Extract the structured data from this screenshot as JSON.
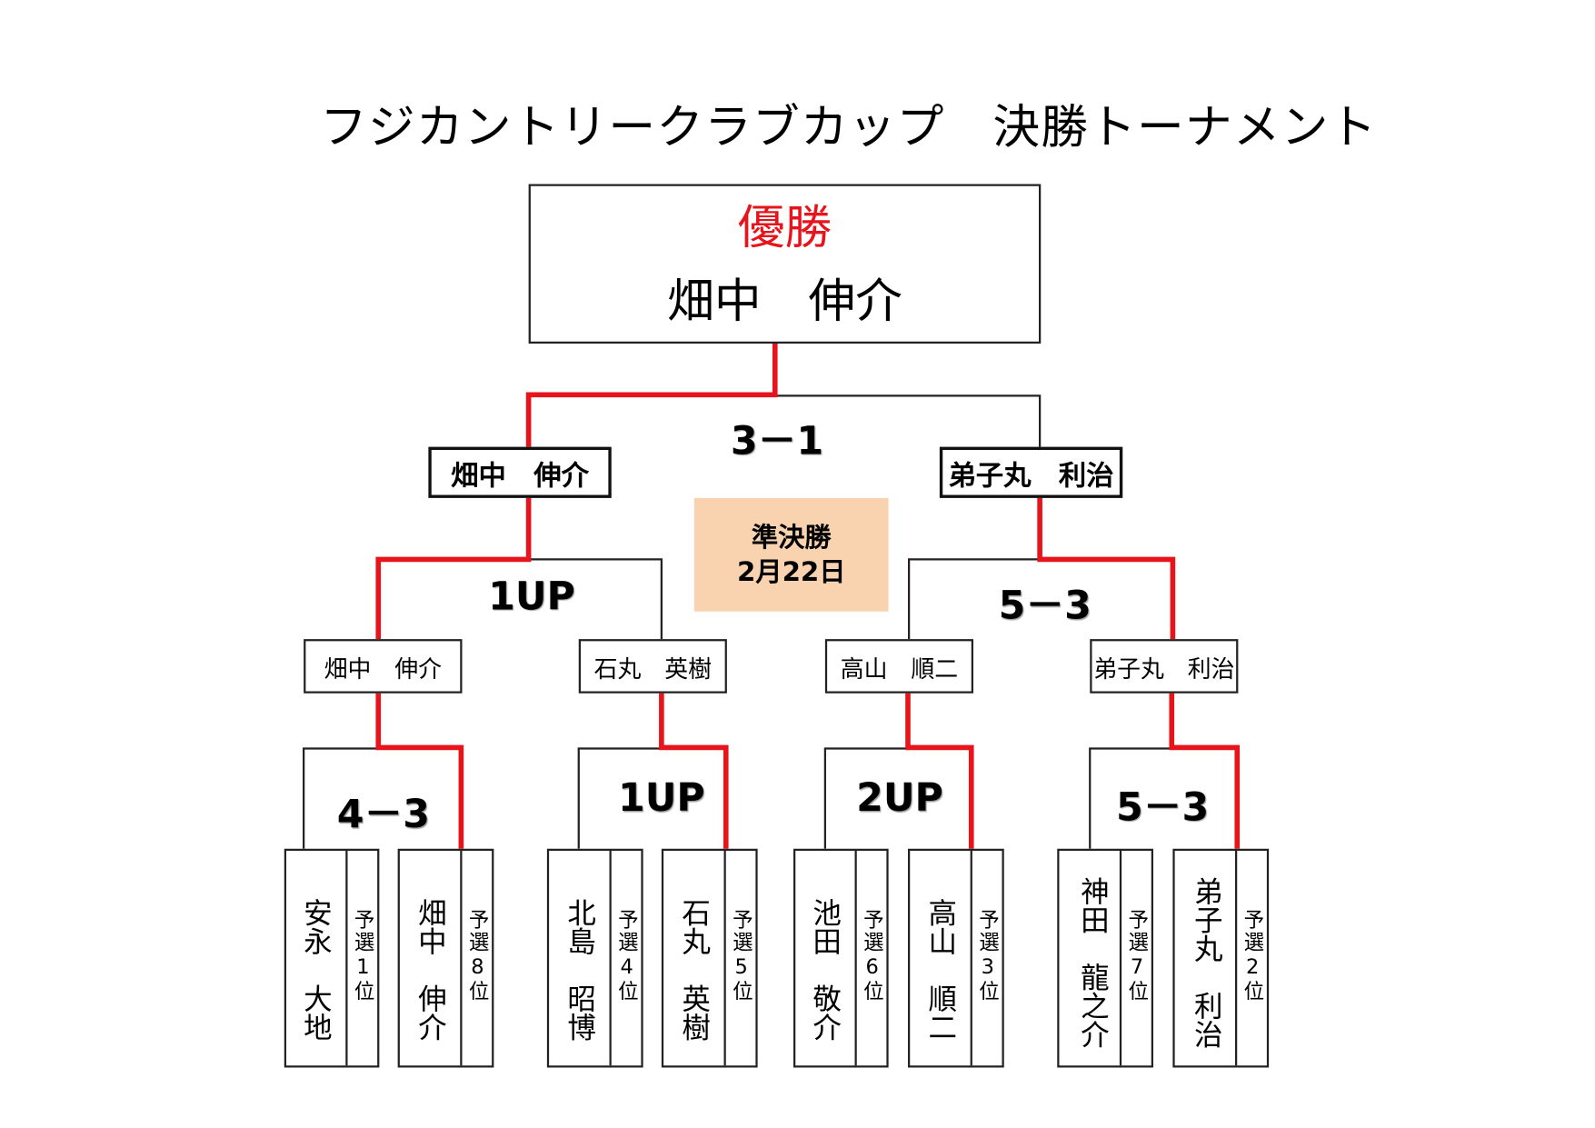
{
  "title": "フジカントリークラブカップ　決勝トーナメント",
  "colors": {
    "winner_line": "#e8141c",
    "loser_line": "#222222",
    "semifinal_label_bg": "#f9d3b0",
    "champion_label": "#e8141c"
  },
  "champion": {
    "label": "優勝",
    "name": "畑中　伸介"
  },
  "final": {
    "score": "3－1"
  },
  "semifinal_label": {
    "title": "準決勝",
    "date": "2月22日"
  },
  "semifinalists": [
    {
      "name": "畑中　伸介",
      "score": "1UP"
    },
    {
      "name": "弟子丸　利治",
      "score": "5－3"
    }
  ],
  "quarterfinalists": [
    {
      "name": "畑中　伸介",
      "score": "4－3"
    },
    {
      "name": "石丸　英樹",
      "score": "1UP"
    },
    {
      "name": "高山　順二",
      "score": "2UP"
    },
    {
      "name": "弟子丸　利治",
      "score": "5－3"
    }
  ],
  "players": [
    {
      "name": "安永　大地",
      "rank": "予選1位"
    },
    {
      "name": "畑中　伸介",
      "rank": "予選8位"
    },
    {
      "name": "北島　昭博",
      "rank": "予選4位"
    },
    {
      "name": "石丸　英樹",
      "rank": "予選5位"
    },
    {
      "name": "池田　敬介",
      "rank": "予選6位"
    },
    {
      "name": "高山　順二",
      "rank": "予選3位"
    },
    {
      "name": "神田　龍之介",
      "rank": "予選7位"
    },
    {
      "name": "弟子丸　利治",
      "rank": "予選2位"
    }
  ]
}
